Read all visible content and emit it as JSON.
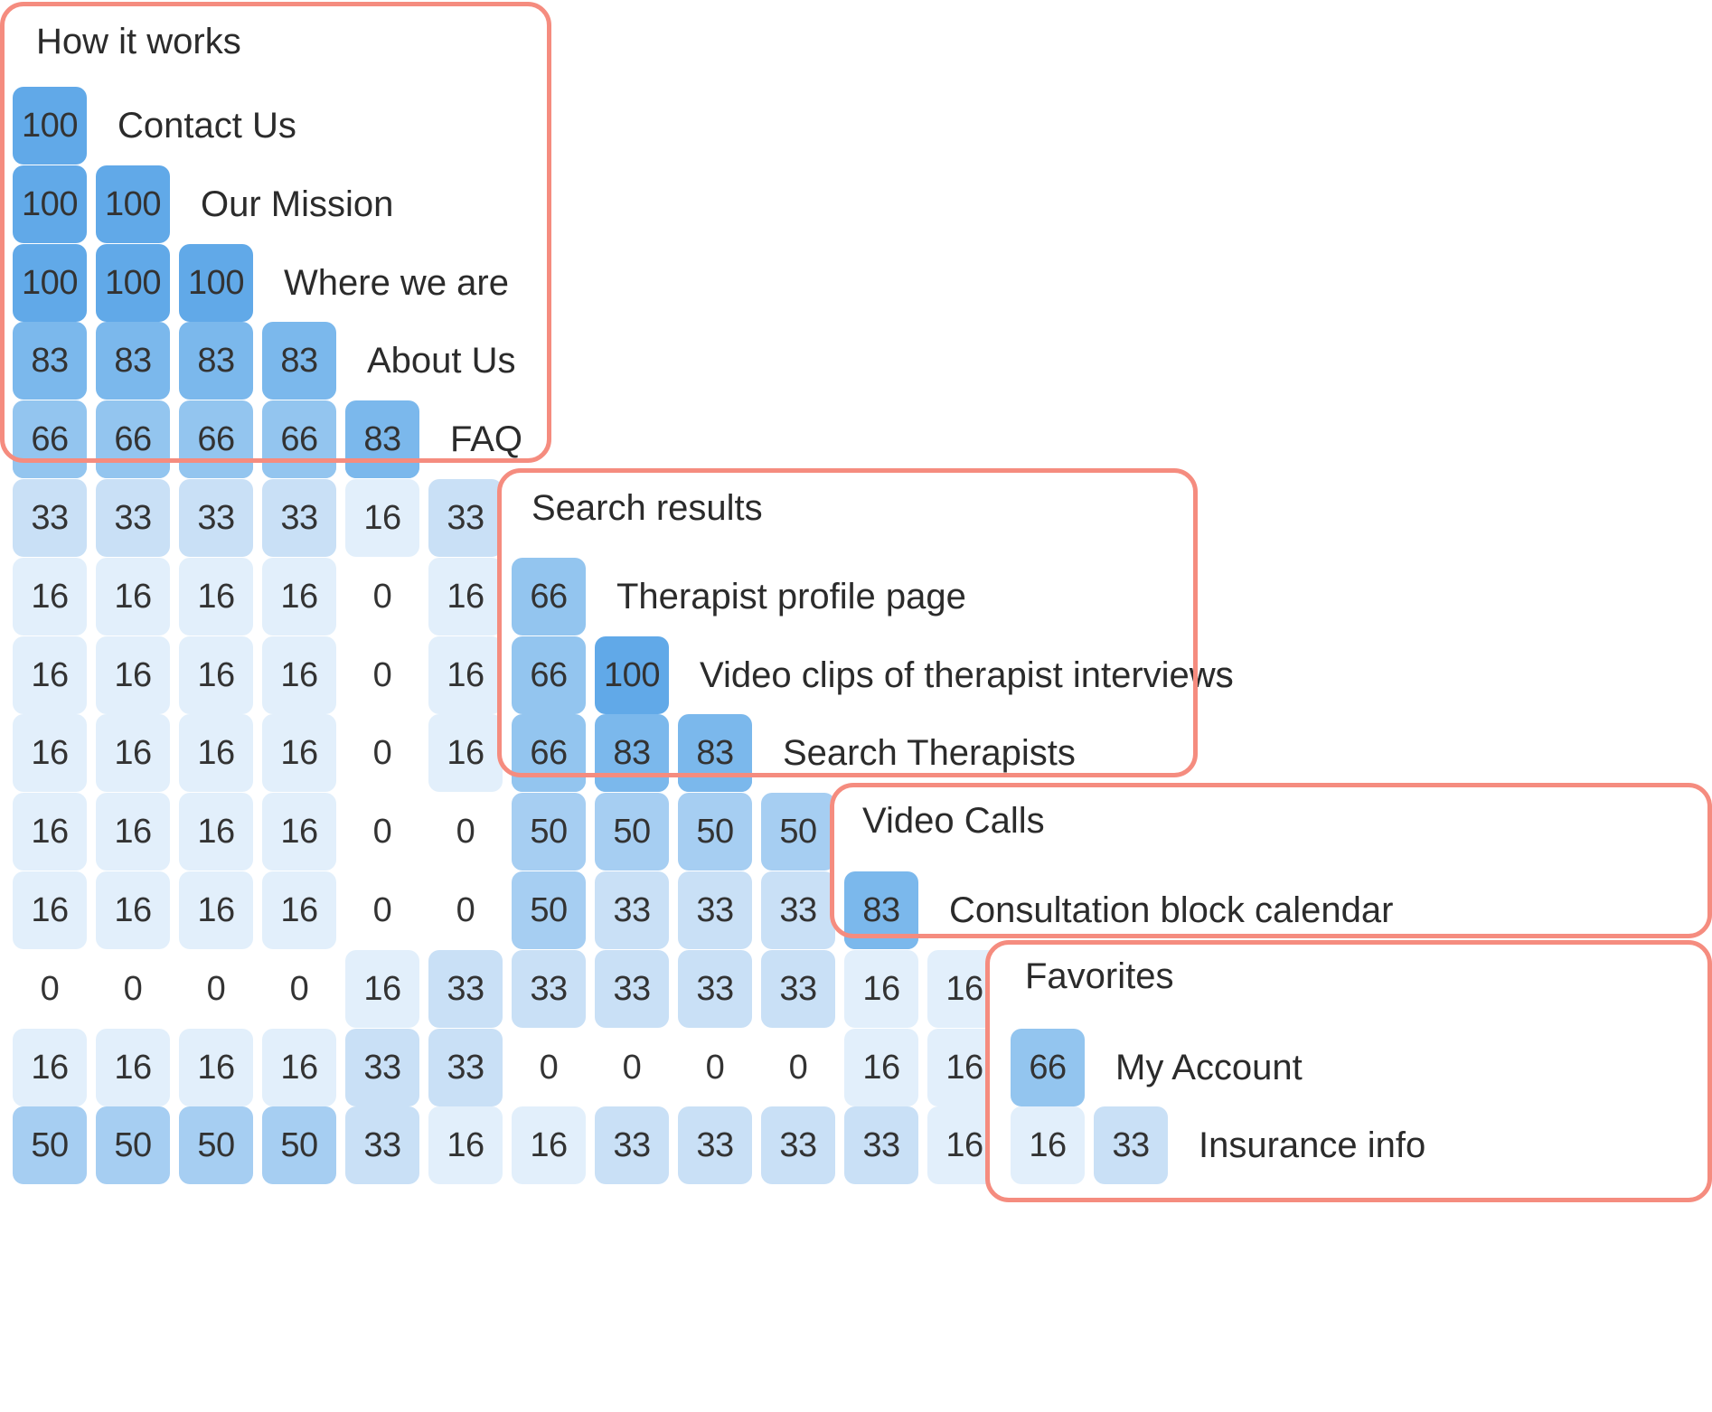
{
  "chart_data": {
    "type": "heatmap",
    "title": "",
    "subtitle": "",
    "xlabel": "",
    "ylabel": "",
    "description": "Lower-triangular card-sorting similarity matrix with four highlighted clusters",
    "value_range": [
      0,
      100
    ],
    "value_levels": [
      0,
      16,
      33,
      50,
      66,
      83,
      100
    ],
    "legend_position": "none",
    "grid": false,
    "categories": [
      "Contact Us",
      "Our Mission",
      "Where we are",
      "About Us",
      "FAQ",
      "Search results",
      "Therapist profile page",
      "Video clips of therapist interviews",
      "Search Therapists",
      "Video Calls",
      "Consultation block calendar",
      "Favorites",
      "My Account",
      "Insurance info"
    ],
    "rows": [
      {
        "label": "Contact Us",
        "values": [
          100
        ]
      },
      {
        "label": "Our Mission",
        "values": [
          100,
          100
        ]
      },
      {
        "label": "Where we are",
        "values": [
          100,
          100,
          100
        ]
      },
      {
        "label": "About Us",
        "values": [
          83,
          83,
          83,
          83
        ]
      },
      {
        "label": "FAQ",
        "values": [
          66,
          66,
          66,
          66,
          83
        ]
      },
      {
        "label": "Search results",
        "values": [
          33,
          33,
          33,
          33,
          16,
          33
        ]
      },
      {
        "label": "Therapist profile page",
        "values": [
          16,
          16,
          16,
          16,
          0,
          16,
          66
        ]
      },
      {
        "label": "Video clips of therapist interviews",
        "values": [
          16,
          16,
          16,
          16,
          0,
          16,
          66,
          100
        ]
      },
      {
        "label": "Search Therapists",
        "values": [
          16,
          16,
          16,
          16,
          0,
          16,
          66,
          83,
          83
        ]
      },
      {
        "label": "Video Calls",
        "values": [
          16,
          16,
          16,
          16,
          0,
          0,
          50,
          50,
          50,
          50
        ]
      },
      {
        "label": "Consultation block calendar",
        "values": [
          16,
          16,
          16,
          16,
          0,
          0,
          50,
          33,
          33,
          33,
          83
        ]
      },
      {
        "label": "Favorites",
        "values": [
          0,
          0,
          0,
          0,
          16,
          33,
          33,
          33,
          33,
          33,
          16,
          16
        ]
      },
      {
        "label": "My Account",
        "values": [
          16,
          16,
          16,
          16,
          33,
          33,
          0,
          0,
          0,
          0,
          16,
          16,
          66
        ]
      },
      {
        "label": "Insurance info",
        "values": [
          50,
          50,
          50,
          50,
          33,
          16,
          16,
          33,
          33,
          33,
          33,
          16,
          16,
          33
        ]
      }
    ],
    "clusters": [
      {
        "title": "How it works",
        "members": [
          "Contact Us",
          "Our Mission",
          "Where we are",
          "About Us",
          "FAQ"
        ]
      },
      {
        "title": "Search results",
        "members": [
          "Therapist profile page",
          "Video clips of therapist interviews",
          "Search Therapists"
        ]
      },
      {
        "title": "Video Calls",
        "members": [
          "Consultation block calendar"
        ]
      },
      {
        "title": "Favorites",
        "members": [
          "My Account",
          "Insurance info"
        ]
      }
    ],
    "colors": {
      "accent": "#f58c7f",
      "v0": "#ffffff",
      "v16": "#e2effb",
      "v33": "#c9e0f6",
      "v50": "#a6cef2",
      "v66": "#93c5ef",
      "v83": "#7bb8ec",
      "v100": "#61a9e8",
      "text": "#2b2b2b"
    }
  }
}
